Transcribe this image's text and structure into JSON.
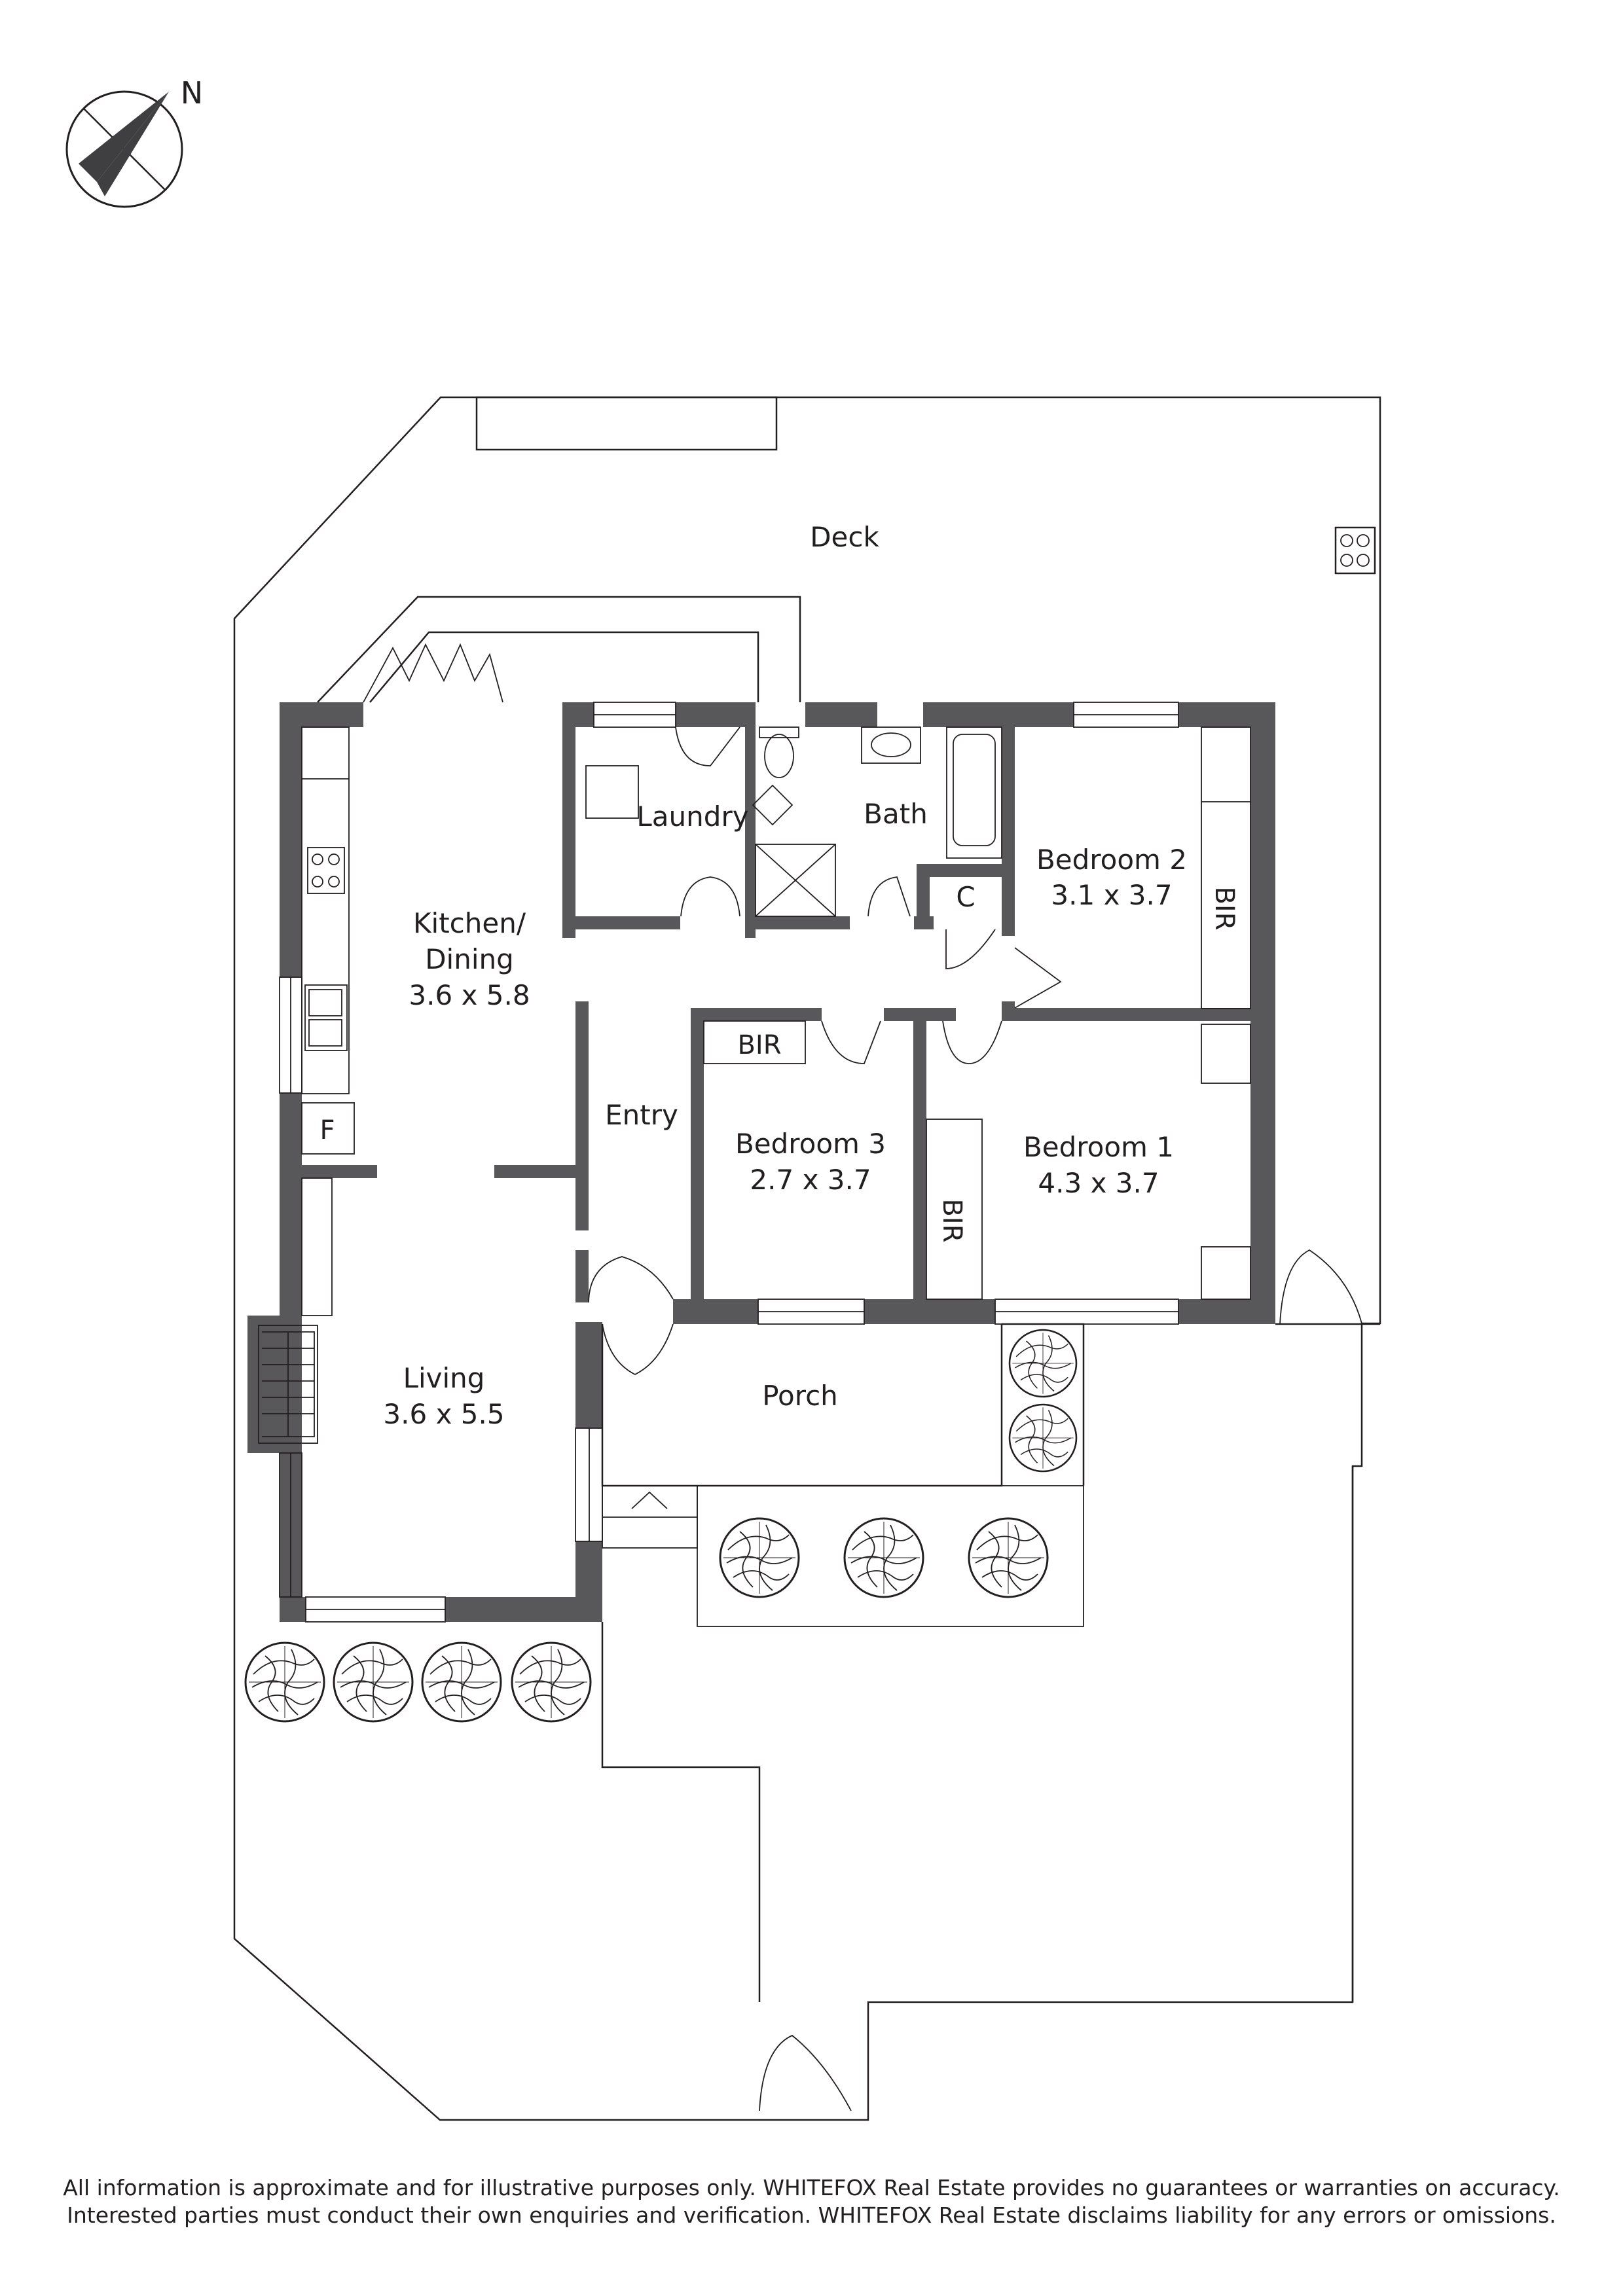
{
  "compass": {
    "north_label": "N"
  },
  "rooms": {
    "deck": {
      "name": "Deck"
    },
    "laundry": {
      "name": "Laundry"
    },
    "bath": {
      "name": "Bath"
    },
    "cupboard": {
      "name": "C"
    },
    "bedroom2": {
      "name": "Bedroom 2",
      "size": "3.1 x 3.7"
    },
    "bedroom2_bir": {
      "name": "BIR"
    },
    "kitchen": {
      "name_line1": "Kitchen/",
      "name_line2": "Dining",
      "size": "3.6 x 5.8"
    },
    "fridge": {
      "name": "F"
    },
    "entry": {
      "name": "Entry"
    },
    "bedroom3_bir": {
      "name": "BIR"
    },
    "bedroom3": {
      "name": "Bedroom 3",
      "size": "2.7 x 3.7"
    },
    "bedroom1_bir": {
      "name": "BIR"
    },
    "bedroom1": {
      "name": "Bedroom 1",
      "size": "4.3 x 3.7"
    },
    "living": {
      "name": "Living",
      "size": "3.6 x 5.5"
    },
    "porch": {
      "name": "Porch"
    }
  },
  "disclaimer": {
    "line1": "All information is approximate and for illustrative purposes only. WHITEFOX Real Estate provides no guarantees or warranties on accuracy.",
    "line2": "Interested parties must conduct their own enquiries and verification. WHITEFOX Real Estate disclaims liability for any errors or omissions."
  }
}
